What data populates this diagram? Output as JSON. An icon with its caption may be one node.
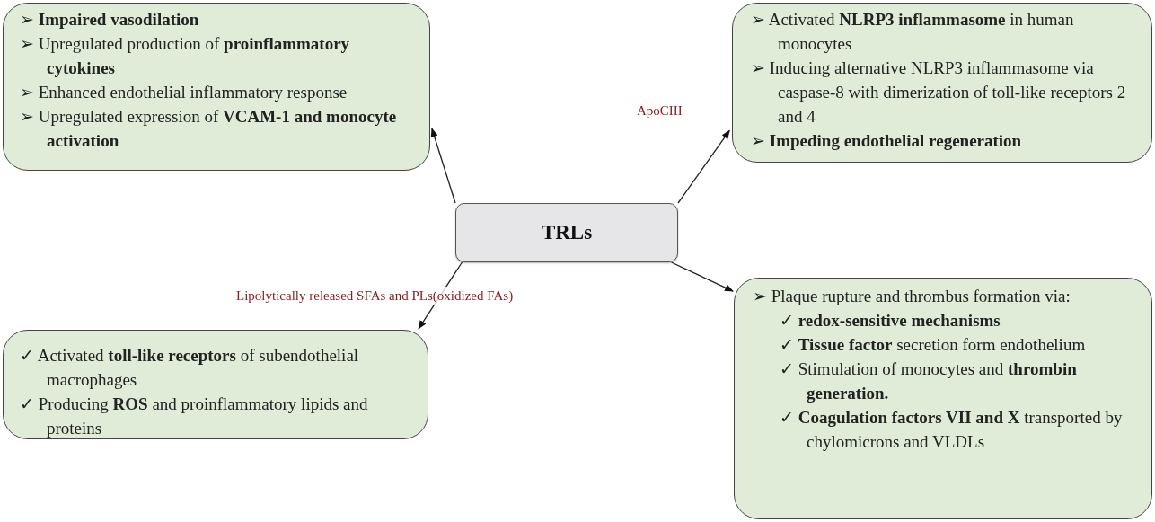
{
  "diagram": {
    "nodes": [
      {
        "text": [
          "TRLs"
        ]
      },
      {
        "text": [
          "➢ **Impaired vasodilation**",
          "➢ Upregulated production of **proinflammatory cytokines**",
          "➢ Enhanced endothelial inflammatory response",
          "➢ Upregulated expression of **VCAM-1 and monocyte activation**"
        ]
      },
      {
        "text": [
          "➢ Activated **NLRP3 inflammasome** in human monocytes",
          "➢ Inducing alternative NLRP3 inflammasome via caspase-8 with dimerization of toll-like receptors 2 and 4",
          "➢ **Impeding endothelial regeneration**"
        ]
      },
      {
        "text": [
          "✓ Activated **toll-like receptors** of subendothelial macrophages",
          "✓ Producing **ROS** and proinflammatory lipids and proteins"
        ]
      },
      {
        "text": [
          "➢ Plaque rupture and thrombus formation via:",
          "✓ **redox-sensitive mechanisms**",
          "✓ **Tissue factor** secretion form endothelium",
          "✓ Stimulation of monocytes and **thrombin generation.**",
          "✓ **Coagulation factors VII and X** transported by chylomicrons and VLDLs"
        ]
      }
    ],
    "edges": [
      {
        "from": 0,
        "to": 1,
        "arrow": "to"
      },
      {
        "from": 0,
        "to": 2,
        "arrow": "to",
        "label": "ApoCIII"
      },
      {
        "from": 0,
        "to": 3,
        "arrow": "to",
        "label": "Lipolytically released SFAs and PLs(oxidized FAs)"
      },
      {
        "from": 0,
        "to": 4,
        "arrow": "to"
      }
    ]
  }
}
